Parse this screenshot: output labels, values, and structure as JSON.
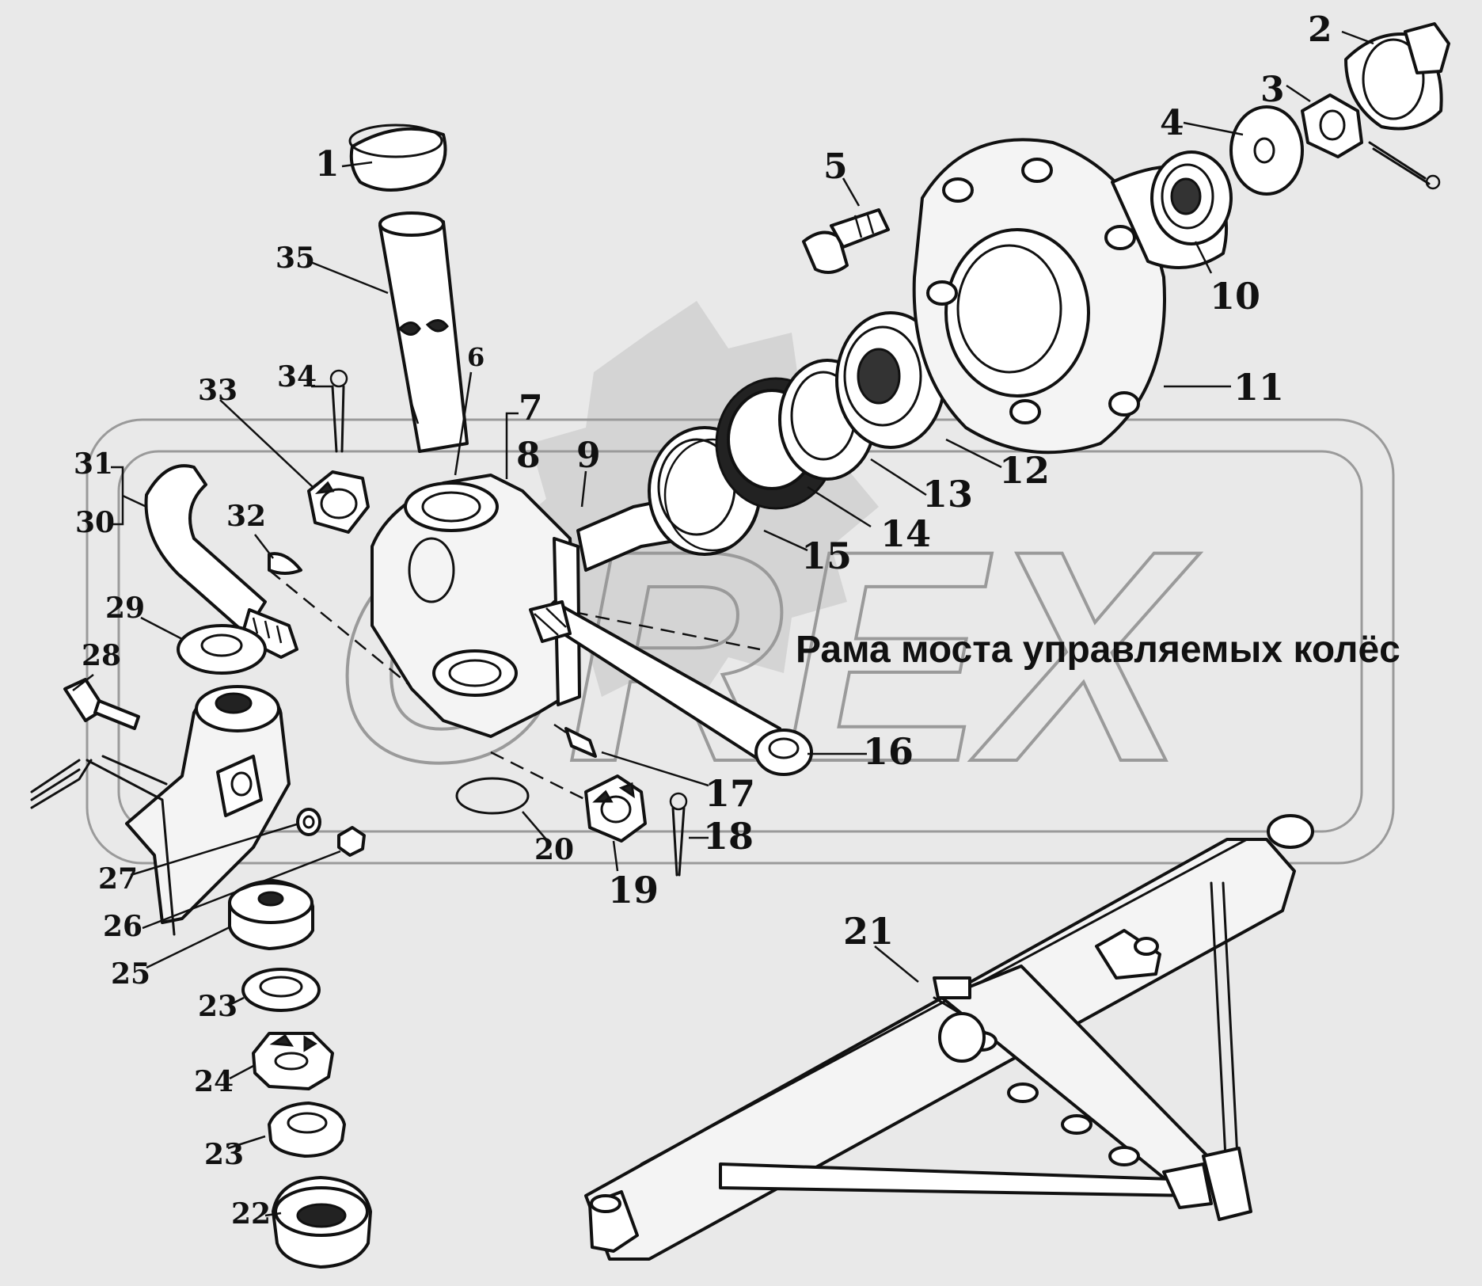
{
  "caption": "Рама моста управляемых колёс",
  "callouts": [
    "1",
    "2",
    "3",
    "4",
    "5",
    "6",
    "7",
    "8",
    "9",
    "10",
    "11",
    "12",
    "13",
    "14",
    "15",
    "16",
    "17",
    "18",
    "19",
    "20",
    "21",
    "22",
    "23",
    "23",
    "24",
    "25",
    "26",
    "27",
    "28",
    "29",
    "30",
    "31",
    "32",
    "33",
    "34",
    "35"
  ],
  "watermark": "OREX",
  "colors": {
    "background": "#e9e9e9",
    "ink": "#111111",
    "watermark": "#cfcfcf"
  }
}
